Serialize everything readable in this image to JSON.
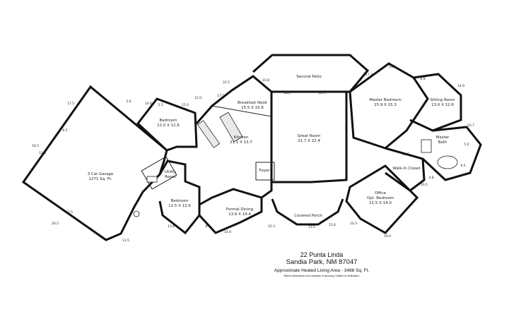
{
  "rooms": {
    "garage": [
      "3 Car Garage",
      "1271 Sq. Ft."
    ],
    "bedroom_top": [
      "Bedroom",
      "12.0 X 12.6"
    ],
    "utility": [
      "Utility",
      "Room"
    ],
    "bedroom_lower": [
      "Bedroom",
      "11.5 X 12.6"
    ],
    "breakfast_nook": [
      "Breakfast Nook",
      "15.5 X 15.6"
    ],
    "kitchen": [
      "Kitchen",
      "21.1 X 13.7"
    ],
    "great_room": [
      "Great Room",
      "21.7 X 22.4"
    ],
    "foyer": [
      "Foyer"
    ],
    "formal_dining": [
      "Formal Dining",
      "13.6 X 14.4"
    ],
    "covered_porch": [
      "Covered Porch"
    ],
    "second_patio": [
      "Second Patio"
    ],
    "master_bedroom": [
      "Master Bedroom",
      "15.9 X 15.3"
    ],
    "sitting_room": [
      "Sitting Room",
      "13.0 X 12.6"
    ],
    "master_bath": [
      "Master",
      "Bath"
    ],
    "walk_in_closet": [
      "Walk-In Closet"
    ],
    "office": [
      "Office",
      "Opt. Bedroom",
      "11.5 X 14.0"
    ]
  },
  "dimensions": [
    {
      "t": "17.5"
    },
    {
      "t": "2.6"
    },
    {
      "t": "8.5"
    },
    {
      "t": "5.5"
    },
    {
      "t": "12.5"
    },
    {
      "t": "26.5"
    },
    {
      "t": "13.5"
    },
    {
      "t": "14.0"
    },
    {
      "t": "15.0"
    },
    {
      "t": "13.6"
    },
    {
      "t": "8.8"
    },
    {
      "t": "17.5"
    },
    {
      "t": "22.5"
    },
    {
      "t": "12.3"
    },
    {
      "t": "18.0"
    },
    {
      "t": "17.3"
    },
    {
      "t": "14.5"
    },
    {
      "t": "8.8"
    },
    {
      "t": "14.9"
    },
    {
      "t": "10.7"
    },
    {
      "t": "5.0"
    },
    {
      "t": "9.5"
    },
    {
      "t": "4.8"
    },
    {
      "t": "16.5"
    },
    {
      "t": "19.0"
    },
    {
      "t": "10.3"
    },
    {
      "t": "15.6"
    },
    {
      "t": "18.3"
    },
    {
      "t": "13.5"
    },
    {
      "t": "14.0"
    },
    {
      "t": "10.8"
    },
    {
      "t": "17.5"
    },
    {
      "t": "16.5"
    },
    {
      "t": "12.0"
    },
    {
      "t": "17.5"
    }
  ],
  "caption": {
    "address_line1": "22 Punta Linda",
    "address_line2": "Sandia Park, NM 87047",
    "area": "Approximate Heated Living Area - 3486 Sq. Ft.",
    "note": "Sketch dimensions not a warranty of accuracy. Subject to verification."
  }
}
